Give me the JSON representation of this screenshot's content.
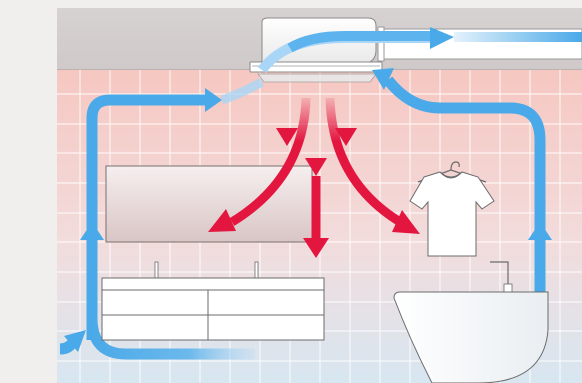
{
  "scene": {
    "description_hidden": "",
    "colors": {
      "outer_background": "#f1efee",
      "ceiling": "#d4cfcf",
      "wall_tile_top": "#f6c7c1",
      "wall_tile_bottom": "#d7e6f1",
      "grout": "#ffffff",
      "warm_airflow": "#e3163f",
      "cool_airflow": "#4aa9e8",
      "cool_airflow_light": "#a9d6f6",
      "fixture_white": "#ffffff",
      "fixture_outline": "#6b6b6b",
      "mirror_top": "#f6efef",
      "mirror_bottom": "#d9c5c5"
    },
    "airflow": {
      "warm_label": "",
      "cool_label": ""
    },
    "objects": [
      {
        "name": "ceiling-heater-ventilator",
        "icon": "heater-unit-icon"
      },
      {
        "name": "mirror",
        "icon": "mirror-icon"
      },
      {
        "name": "vanity-counter",
        "icon": "vanity-icon"
      },
      {
        "name": "t-shirt-on-hanger",
        "icon": "tshirt-icon"
      },
      {
        "name": "bathtub",
        "icon": "bathtub-icon"
      },
      {
        "name": "exhaust-duct",
        "icon": "duct-icon"
      }
    ]
  }
}
